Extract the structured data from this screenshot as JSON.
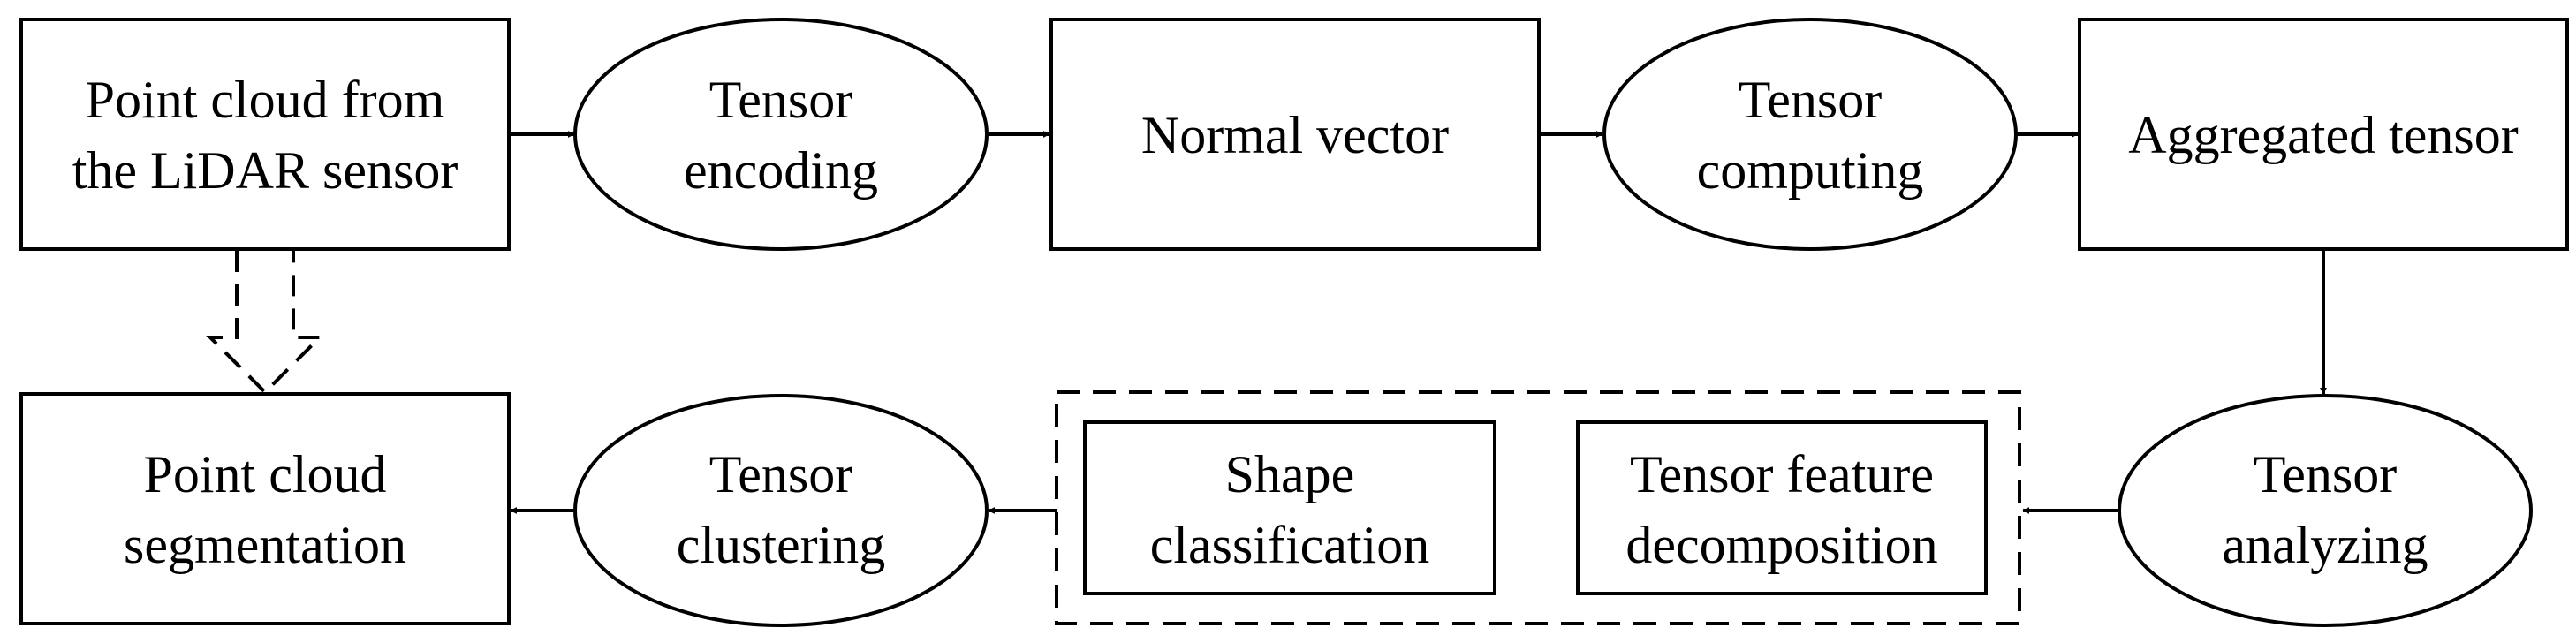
{
  "nodes": {
    "point_cloud": {
      "line1": "Point cloud from",
      "line2": "the LiDAR sensor"
    },
    "tensor_encoding": {
      "line1": "Tensor",
      "line2": "encoding"
    },
    "normal_vector": {
      "line1": "Normal vector"
    },
    "tensor_computing": {
      "line1": "Tensor",
      "line2": "computing"
    },
    "aggregated_tensor": {
      "line1": "Aggregated tensor"
    },
    "tensor_analyzing": {
      "line1": "Tensor",
      "line2": "analyzing"
    },
    "tensor_feature_decomposition": {
      "line1": "Tensor feature",
      "line2": "decomposition"
    },
    "shape_classification": {
      "line1": "Shape",
      "line2": "classification"
    },
    "tensor_clustering": {
      "line1": "Tensor",
      "line2": "clustering"
    },
    "point_cloud_segmentation": {
      "line1": "Point cloud",
      "line2": "segmentation"
    }
  },
  "edges": [
    {
      "from": "point_cloud",
      "to": "tensor_encoding",
      "style": "solid"
    },
    {
      "from": "tensor_encoding",
      "to": "normal_vector",
      "style": "solid"
    },
    {
      "from": "normal_vector",
      "to": "tensor_computing",
      "style": "solid"
    },
    {
      "from": "tensor_computing",
      "to": "aggregated_tensor",
      "style": "solid"
    },
    {
      "from": "aggregated_tensor",
      "to": "tensor_analyzing",
      "style": "solid"
    },
    {
      "from": "tensor_analyzing",
      "to": "feature_group",
      "style": "solid"
    },
    {
      "from": "feature_group",
      "to": "tensor_clustering",
      "style": "solid"
    },
    {
      "from": "tensor_clustering",
      "to": "point_cloud_segmentation",
      "style": "solid"
    },
    {
      "from": "point_cloud",
      "to": "point_cloud_segmentation",
      "style": "dashed-hollow"
    }
  ],
  "colors": {
    "stroke": "#000000",
    "fill": "#ffffff",
    "text": "#000000"
  }
}
